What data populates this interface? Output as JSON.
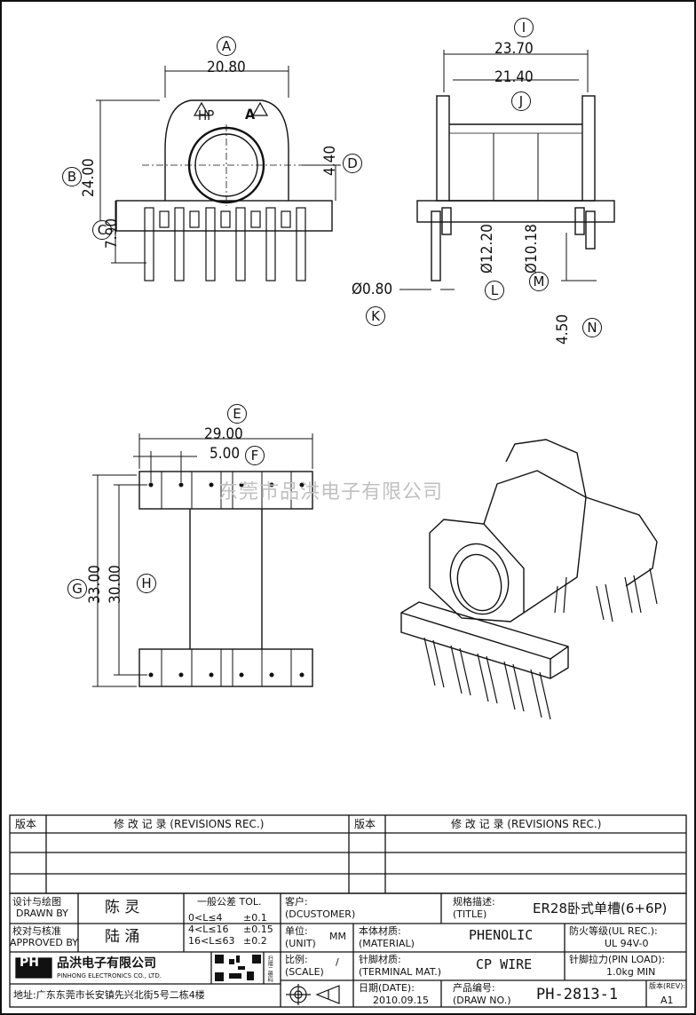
{
  "watermark": "东莞市品洪电子有限公司",
  "dims": {
    "A": "A",
    "B": "B",
    "C": "C",
    "D": "D",
    "E": "E",
    "F": "F",
    "G": "G",
    "H": "H",
    "I": "I",
    "J": "J",
    "K": "K",
    "L": "L",
    "M": "M",
    "N": "N",
    "w1": "20.80",
    "h1": "24.00",
    "h2": "7.90",
    "d1": "4.40",
    "w2": "23.70",
    "w3": "21.40",
    "dia1": "Ø12.20",
    "dia2": "Ø10.18",
    "pin": "Ø0.80",
    "pinlen": "4.50",
    "w4": "29.00",
    "pitch": "5.00",
    "h3": "33.00",
    "h4": "30.00",
    "mark_hp": "HP",
    "mark_a": "A"
  },
  "revisions": {
    "col_ver": "版本",
    "col_rec": "修 改 记 录 (REVISIONS REC.)",
    "col_ver2": "版本",
    "col_rec2": "修 改 记 录 (REVISIONS REC.)"
  },
  "title_block": {
    "drawn_label_cn": "设计与绘图",
    "drawn_label_en": "DRAWN BY",
    "drawn_name": "陈 灵",
    "approved_label_cn": "校对与核准",
    "approved_label_en": "APPROVED BY",
    "approved_name": "陆 涌",
    "tol_title": "一般公差 TOL.",
    "tol1_range": "0<L≤4",
    "tol1_val": "±0.1",
    "tol2_range": "4<L≤16",
    "tol2_val": "±0.15",
    "tol3_range": "16<L≤63",
    "tol3_val": "±0.2",
    "customer_label_cn": "客户:",
    "customer_label_en": "(DCUSTOMER)",
    "title_label_cn": "规格描述:",
    "title_label_en": "(TITLE)",
    "title_value": "ER28卧式单槽(6+6P)",
    "unit_label_cn": "单位:",
    "unit_label_en": "(UNIT)",
    "unit_value": "MM",
    "material_label_cn": "本体材质:",
    "material_label_en": "(MATERIAL)",
    "material_value": "PHENOLIC",
    "ul_label": "防火等级(UL REC.):",
    "ul_value": "UL 94V-0",
    "scale_label_cn": "比例:",
    "scale_label_en": "(SCALE)",
    "scale_value": "/",
    "terminal_label_cn": "针脚材质:",
    "terminal_label_en": "(TERMINAL MAT.)",
    "terminal_value": "CP WIRE",
    "pinload_label": "针脚拉力(PIN LOAD):",
    "pinload_value": "1.0kg MIN",
    "date_label": "日期(DATE):",
    "date_value": "2010.09.15",
    "drawno_label_cn": "产品编号:",
    "drawno_label_en": "(DRAW NO.)",
    "drawno_value": "PH-2813-1",
    "rev_label_cn": "版本(REV):",
    "rev_value": "A1",
    "company_cn": "品洪电子有限公司",
    "company_en": "PINHONG ELECTRONICS CO., LTD.",
    "address": "地址:广东东莞市长安镇先兴北街5号二栋4楼",
    "logo": "PH",
    "qr_note": "扫描二维码"
  }
}
